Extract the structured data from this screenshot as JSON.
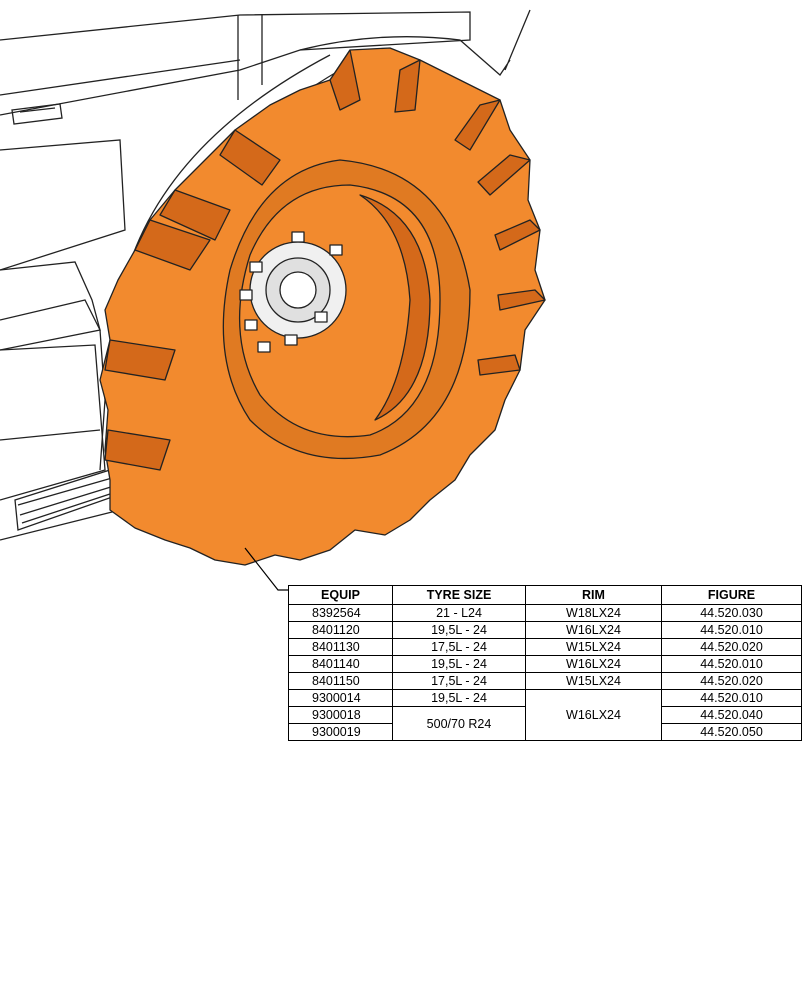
{
  "colors": {
    "tyre_fill": "#f28a2e",
    "tyre_shadow": "#d4691a",
    "outline": "#222222"
  },
  "illustration": {
    "subject": "wheel-and-tyre-assembly",
    "highlighted_part": "tyre"
  },
  "table": {
    "headers": [
      "EQUIP",
      "TYRE SIZE",
      "RIM",
      "FIGURE"
    ],
    "rows": [
      {
        "equip": "8392564",
        "tyre": "21 - L24",
        "rim": "W18LX24",
        "figure": "44.520.030"
      },
      {
        "equip": "8401120",
        "tyre": "19,5L - 24",
        "rim": "W16LX24",
        "figure": "44.520.010"
      },
      {
        "equip": "8401130",
        "tyre": "17,5L - 24",
        "rim": "W15LX24",
        "figure": "44.520.020"
      },
      {
        "equip": "8401140",
        "tyre": "19,5L - 24",
        "rim": "W16LX24",
        "figure": "44.520.010"
      },
      {
        "equip": "8401150",
        "tyre": "17,5L - 24",
        "rim": "W15LX24",
        "figure": "44.520.020"
      },
      {
        "equip": "9300014",
        "tyre": "19,5L - 24",
        "rim": "W16LX24",
        "figure": "44.520.010"
      },
      {
        "equip": "9300018",
        "tyre": "500/70 R24",
        "rim": "",
        "figure": "44.520.040"
      },
      {
        "equip": "9300019",
        "tyre": "",
        "rim": "",
        "figure": "44.520.050"
      }
    ]
  }
}
